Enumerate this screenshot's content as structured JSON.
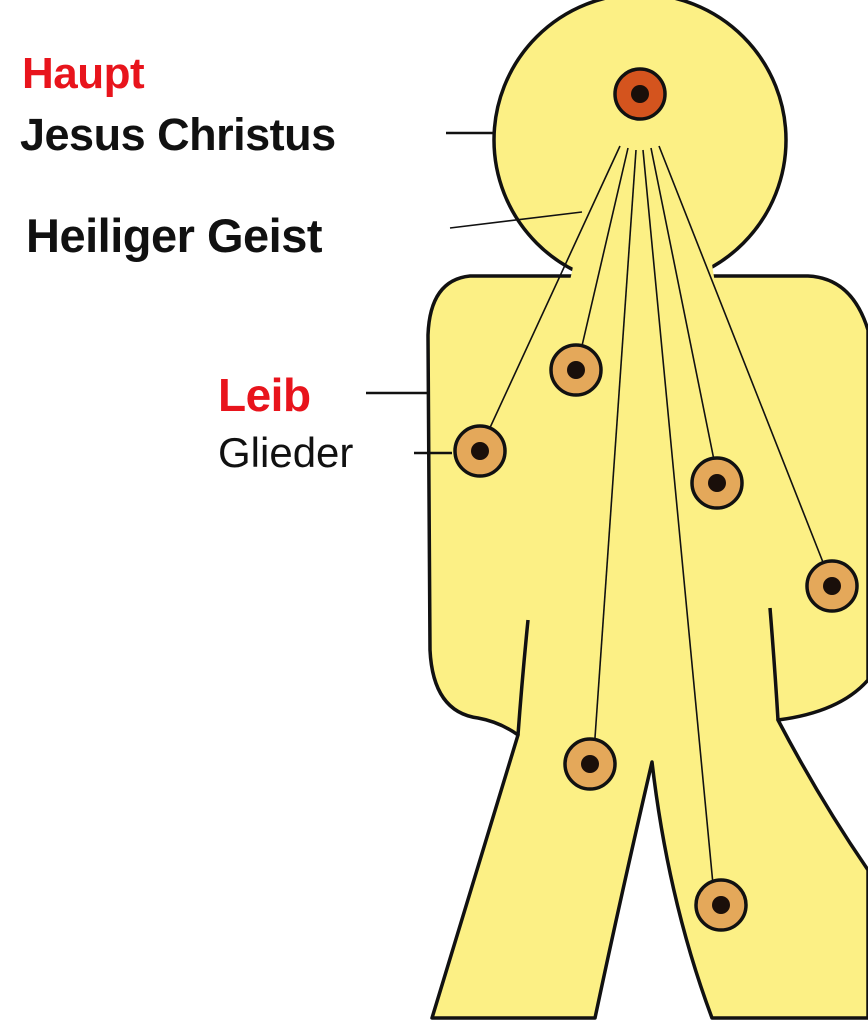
{
  "labels": {
    "haupt": "Haupt",
    "jesus_christus": "Jesus Christus",
    "heiliger_geist": "Heiliger Geist",
    "leib": "Leib",
    "glieder": "Glieder"
  },
  "colors": {
    "background": "#ffffff",
    "body_fill": "#fcf085",
    "outline": "#111111",
    "accent_red": "#e8141c",
    "text_black": "#111111",
    "head_dot_fill": "#d4541e",
    "member_dot_fill": "#e4a85a",
    "dot_center": "#1a0f0a"
  }
}
